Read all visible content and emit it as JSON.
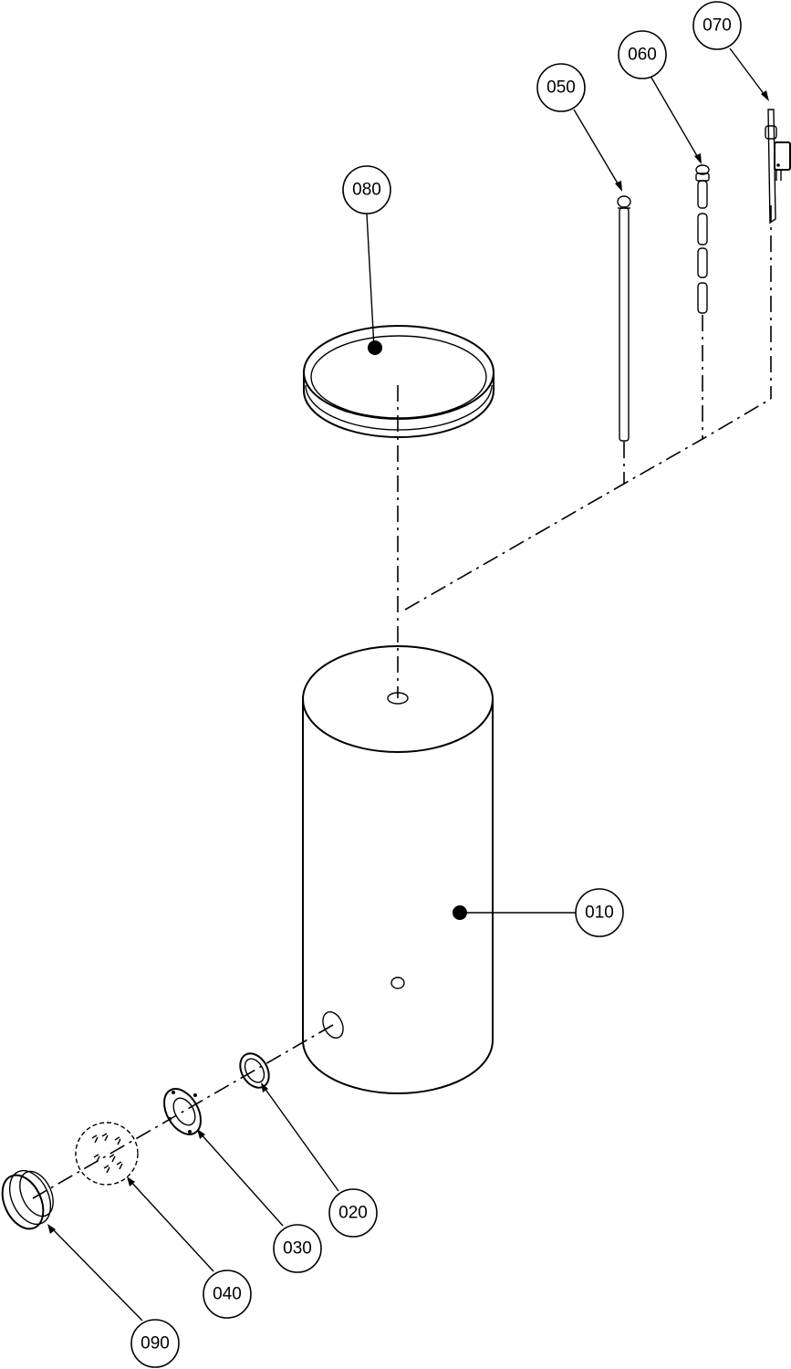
{
  "diagram": {
    "balloons": [
      {
        "id": "b010",
        "label": "010",
        "part": "tank-cylinder"
      },
      {
        "id": "b020",
        "label": "020",
        "part": "ring-gasket"
      },
      {
        "id": "b030",
        "label": "030",
        "part": "flange-plate"
      },
      {
        "id": "b040",
        "label": "040",
        "part": "bolt-set"
      },
      {
        "id": "b050",
        "label": "050",
        "part": "anode-rod"
      },
      {
        "id": "b060",
        "label": "060",
        "part": "segmented-anode"
      },
      {
        "id": "b070",
        "label": "070",
        "part": "sensor-probe"
      },
      {
        "id": "b080",
        "label": "080",
        "part": "top-cover-lid"
      },
      {
        "id": "b090",
        "label": "090",
        "part": "end-cap"
      }
    ]
  }
}
